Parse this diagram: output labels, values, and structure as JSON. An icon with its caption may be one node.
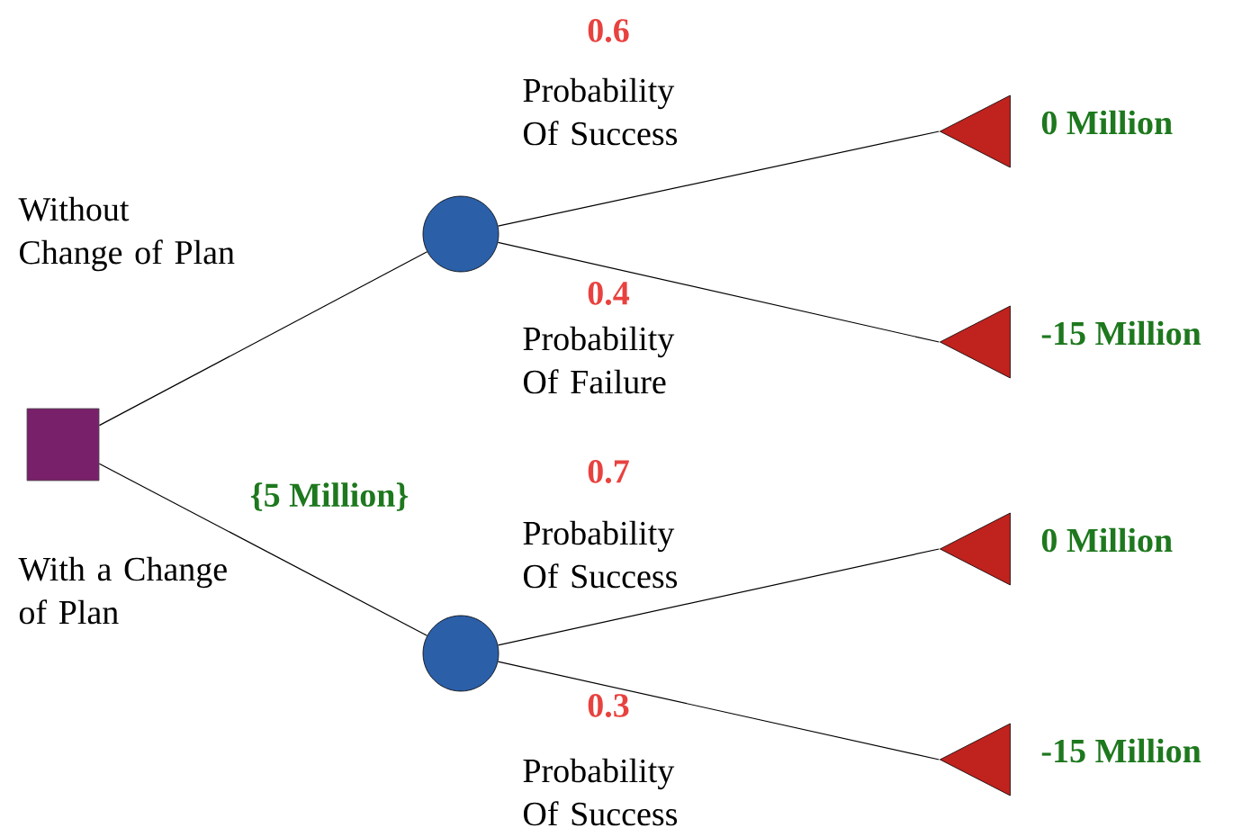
{
  "diagram": {
    "nodes": [
      {
        "text": [],
        "shape": "box"
      },
      {
        "text": [],
        "shape": "circle"
      },
      {
        "text": [],
        "shape": "circle"
      },
      {
        "text": [],
        "shape": "triangle",
        "beside": [
          "0 Million"
        ]
      },
      {
        "text": [],
        "shape": "triangle",
        "beside": [
          "-15 Million"
        ]
      },
      {
        "text": [],
        "shape": "triangle",
        "beside": [
          "0 Million"
        ]
      },
      {
        "text": [],
        "shape": "triangle",
        "beside": [
          "-15 Million"
        ]
      }
    ],
    "edges": [
      {
        "from": 0,
        "to": 1,
        "arrow": "none",
        "label": "Without Change of Plan"
      },
      {
        "from": 0,
        "to": 2,
        "arrow": "none",
        "label": "With a Change of Plan"
      },
      {
        "from": 1,
        "to": 3,
        "arrow": "none",
        "label": "Probability Of Success"
      },
      {
        "from": 1,
        "to": 4,
        "arrow": "none",
        "label": "Probability Of Failure"
      },
      {
        "from": 2,
        "to": 5,
        "arrow": "none",
        "label": "Probability Of Success"
      },
      {
        "from": 2,
        "to": 6,
        "arrow": "none",
        "label": "Probability Of Success"
      }
    ],
    "labels": [
      "0.6",
      "0.4",
      "{5 Million}",
      "0.7",
      "0.3"
    ]
  }
}
